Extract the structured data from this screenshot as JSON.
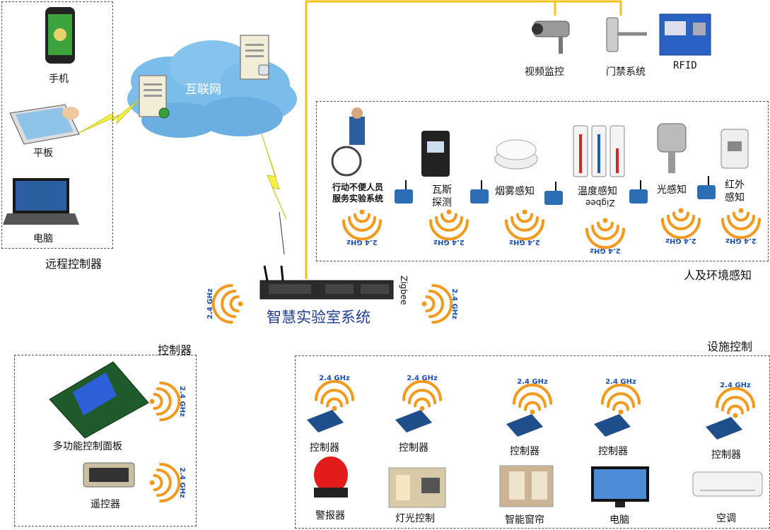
{
  "remote": {
    "phone": "手机",
    "tablet": "平板",
    "pc": "电脑",
    "title": "远程控制器"
  },
  "internet": "互联网",
  "top_devices": {
    "camera": "视频监控",
    "door": "门禁系统",
    "rfid": "RFID"
  },
  "sensing": {
    "title": "人及环境感知",
    "items": {
      "mobility_line1": "行动不便人员",
      "mobility_line2": "服务实验系统",
      "gas_line1": "瓦斯",
      "gas_line2": "探测",
      "smoke": "烟雾感知",
      "temp": "温度感知",
      "light": "光感知",
      "ir_line1": "红外",
      "ir_line2": "感知"
    },
    "zigbee_rotated": "Zigbee"
  },
  "system": {
    "title": "智慧实验室系统",
    "zigbee": "Zigbee"
  },
  "wifi_label": "2.4 GHz",
  "controller": {
    "title": "控制器",
    "panel": "多功能控制面板",
    "remote": "遥控器"
  },
  "facility": {
    "title": "设施控制",
    "controller_label": "控制器",
    "alarm": "警报器",
    "lighting": "灯光控制",
    "curtain": "智能窗帘",
    "tv": "电脑",
    "ac": "空调"
  },
  "colors": {
    "wifi_orange": "#f39a1e",
    "wifi_text": "#1a4fb4",
    "cloud": "#6db3e8",
    "bolt": "#f4f040",
    "yellow_line": "#f2c21a"
  }
}
